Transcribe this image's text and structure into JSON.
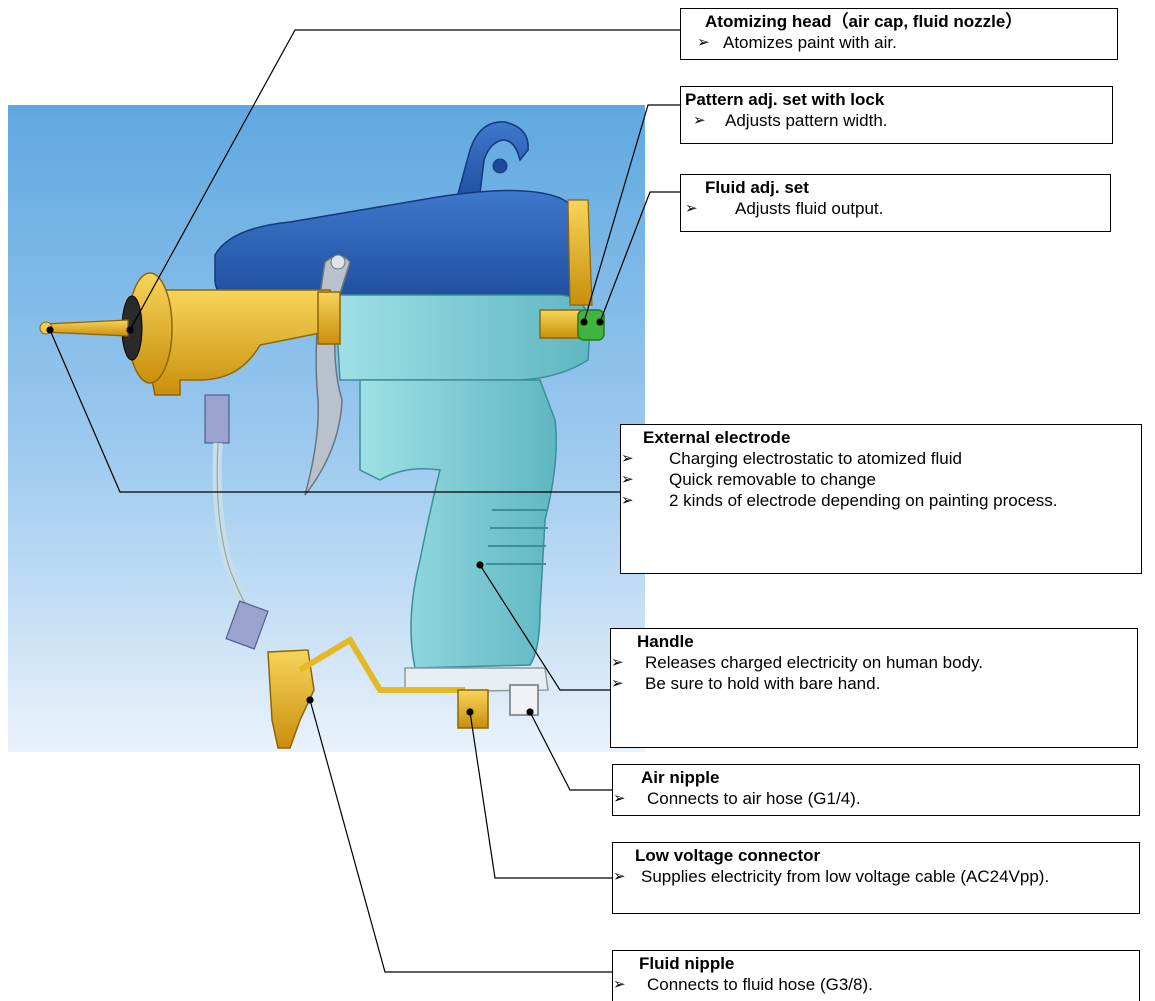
{
  "callouts": {
    "atomizing_head": {
      "title": "Atomizing head（air cap, fluid nozzle）",
      "items": [
        "Atomizes paint with air."
      ]
    },
    "pattern_adj": {
      "title": "Pattern adj. set with lock",
      "items": [
        "Adjusts pattern width."
      ]
    },
    "fluid_adj": {
      "title": "Fluid adj. set",
      "items": [
        "Adjusts fluid output."
      ]
    },
    "external_electrode": {
      "title": "External electrode",
      "items": [
        "Charging electrostatic to atomized fluid",
        "Quick removable to change",
        "2 kinds of electrode depending on painting process."
      ]
    },
    "handle": {
      "title": "Handle",
      "items": [
        "Releases charged electricity on human body.",
        "Be sure to hold with bare hand."
      ]
    },
    "air_nipple": {
      "title": "Air nipple",
      "items": [
        "Connects to air hose (G1/4)."
      ]
    },
    "low_voltage": {
      "title": "Low voltage connector",
      "items": [
        "Supplies electricity from low voltage cable (AC24Vpp)."
      ]
    },
    "fluid_nipple": {
      "title": "Fluid nipple",
      "items": [
        "Connects to fluid hose (G3/8)."
      ]
    }
  },
  "bullet_glyph": "➢",
  "colors": {
    "background_top": "#5fa8e0",
    "background_bottom": "#eaf2fb",
    "gun_body_blue": "#2f63b8",
    "gun_handle_teal": "#7ecfd8",
    "brass": "#e8b21a",
    "green_knob": "#3fb43f",
    "leader_line": "#000000"
  }
}
